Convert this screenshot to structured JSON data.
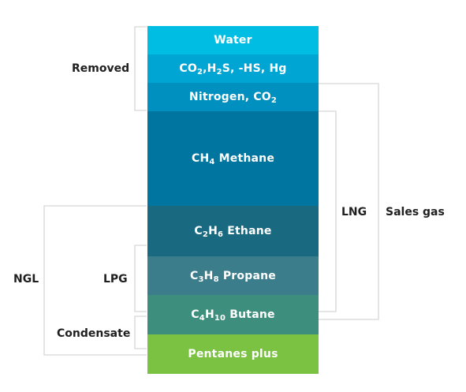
{
  "bands": [
    {
      "key": "water",
      "parts": [
        [
          "Water",
          false
        ]
      ],
      "color": "#00bde3"
    },
    {
      "key": "acid",
      "parts": [
        [
          "CO",
          false
        ],
        [
          "2",
          true
        ],
        [
          ",H",
          false
        ],
        [
          "2",
          true
        ],
        [
          "S, -HS, Hg",
          false
        ]
      ],
      "color": "#00a5d4"
    },
    {
      "key": "nitrogen",
      "parts": [
        [
          "Nitrogen, CO",
          false
        ],
        [
          "2",
          true
        ]
      ],
      "color": "#0090bf"
    },
    {
      "key": "methane",
      "parts": [
        [
          "CH",
          false
        ],
        [
          "4",
          true
        ],
        [
          "  Methane",
          false
        ]
      ],
      "color": "#00759f"
    },
    {
      "key": "ethane",
      "parts": [
        [
          "C",
          false
        ],
        [
          "2",
          true
        ],
        [
          "H",
          false
        ],
        [
          "6",
          true
        ],
        [
          " Ethane",
          false
        ]
      ],
      "color": "#196a80"
    },
    {
      "key": "propane",
      "parts": [
        [
          "C",
          false
        ],
        [
          "3",
          true
        ],
        [
          "H",
          false
        ],
        [
          "8",
          true
        ],
        [
          " Propane",
          false
        ]
      ],
      "color": "#3c7d8b"
    },
    {
      "key": "butane",
      "parts": [
        [
          "C",
          false
        ],
        [
          "4",
          true
        ],
        [
          "H",
          false
        ],
        [
          "10",
          true
        ],
        [
          " Butane",
          false
        ]
      ],
      "color": "#3e8e7d"
    },
    {
      "key": "pentanes",
      "parts": [
        [
          "Pentanes plus",
          false
        ]
      ],
      "color": "#7bc142"
    }
  ],
  "labels": {
    "removed": "Removed",
    "lng": "LNG",
    "sales_gas": "Sales gas",
    "ngl": "NGL",
    "lpg": "LPG",
    "condensate": "Condensate"
  }
}
